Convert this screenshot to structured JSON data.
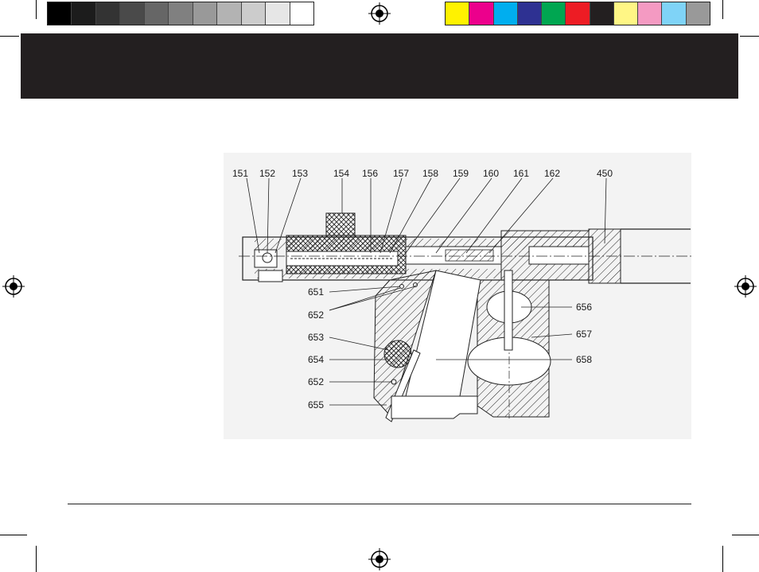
{
  "swatches": {
    "grays": [
      "#000000",
      "#1c1c1c",
      "#333333",
      "#4a4a4a",
      "#666666",
      "#808080",
      "#999999",
      "#b3b3b3",
      "#cccccc",
      "#e6e6e6",
      "#ffffff"
    ],
    "colors": [
      "#fff200",
      "#ec008c",
      "#00aeef",
      "#2e3192",
      "#00a651",
      "#ed1c24",
      "#231f20",
      "#fff685",
      "#f49ac2",
      "#7fd3f7",
      "#999999"
    ]
  },
  "header": {
    "band_color": "#231f20"
  },
  "diagram": {
    "part_numbers_top": [
      "151",
      "152",
      "153",
      "154",
      "156",
      "157",
      "158",
      "159",
      "160",
      "161",
      "162",
      "450"
    ],
    "part_numbers_left": [
      "651",
      "652",
      "653",
      "654",
      "652",
      "655"
    ],
    "part_numbers_right": [
      "656",
      "657",
      "658"
    ]
  }
}
